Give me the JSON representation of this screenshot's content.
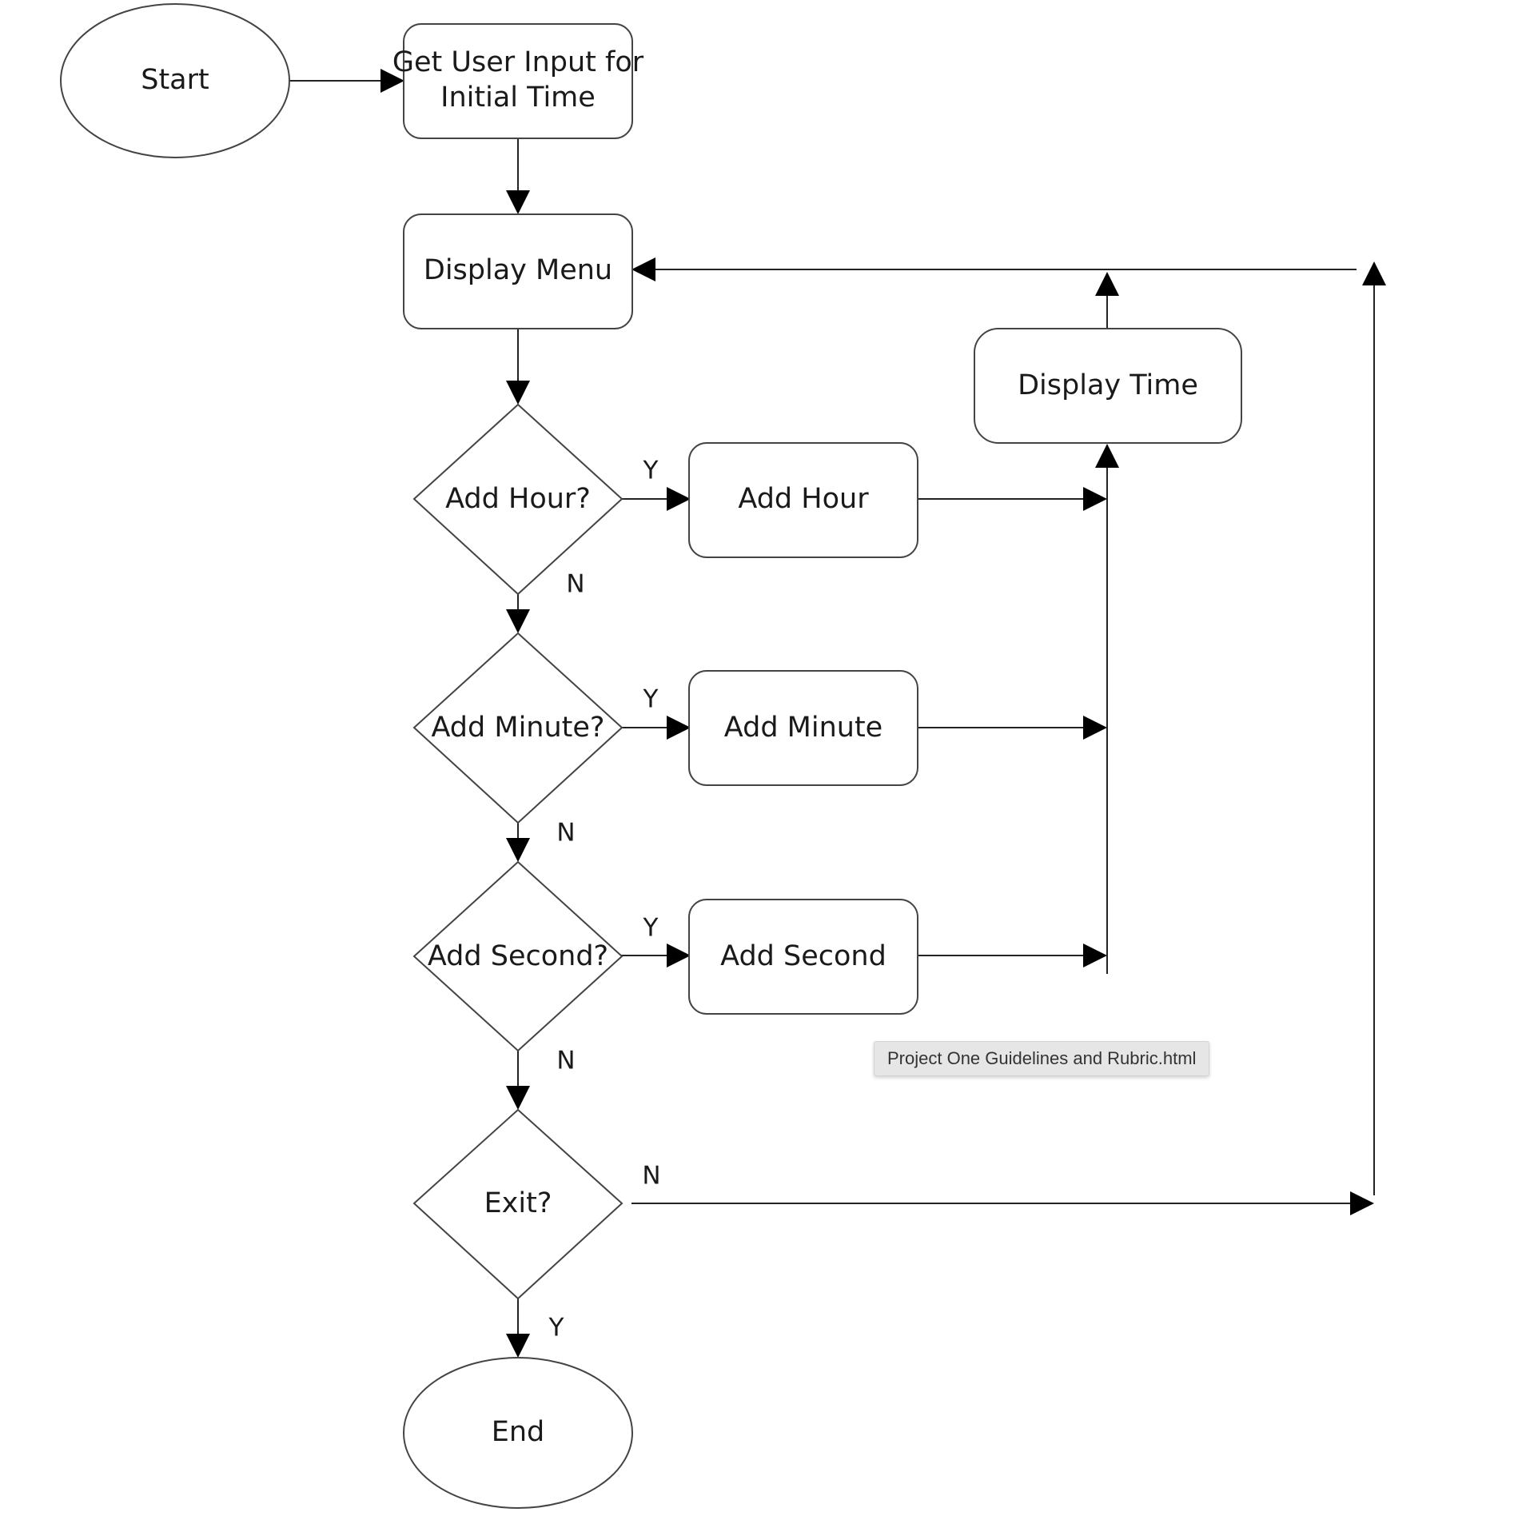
{
  "nodes": {
    "start": "Start",
    "get_input_line1": "Get User Input for",
    "get_input_line2": "Initial Time",
    "display_menu": "Display Menu",
    "add_hour_q": "Add Hour?",
    "add_minute_q": "Add Minute?",
    "add_second_q": "Add Second?",
    "exit_q": "Exit?",
    "end": "End",
    "add_hour": "Add Hour",
    "add_minute": "Add Minute",
    "add_second": "Add Second",
    "display_time": "Display Time"
  },
  "branches": {
    "hour_yes": "Y",
    "hour_no": "N",
    "minute_yes": "Y",
    "minute_no": "N",
    "second_yes": "Y",
    "second_no": "N",
    "exit_no": "N",
    "exit_yes": "Y"
  },
  "tooltip": {
    "text": "Project One Guidelines and Rubric.html"
  }
}
